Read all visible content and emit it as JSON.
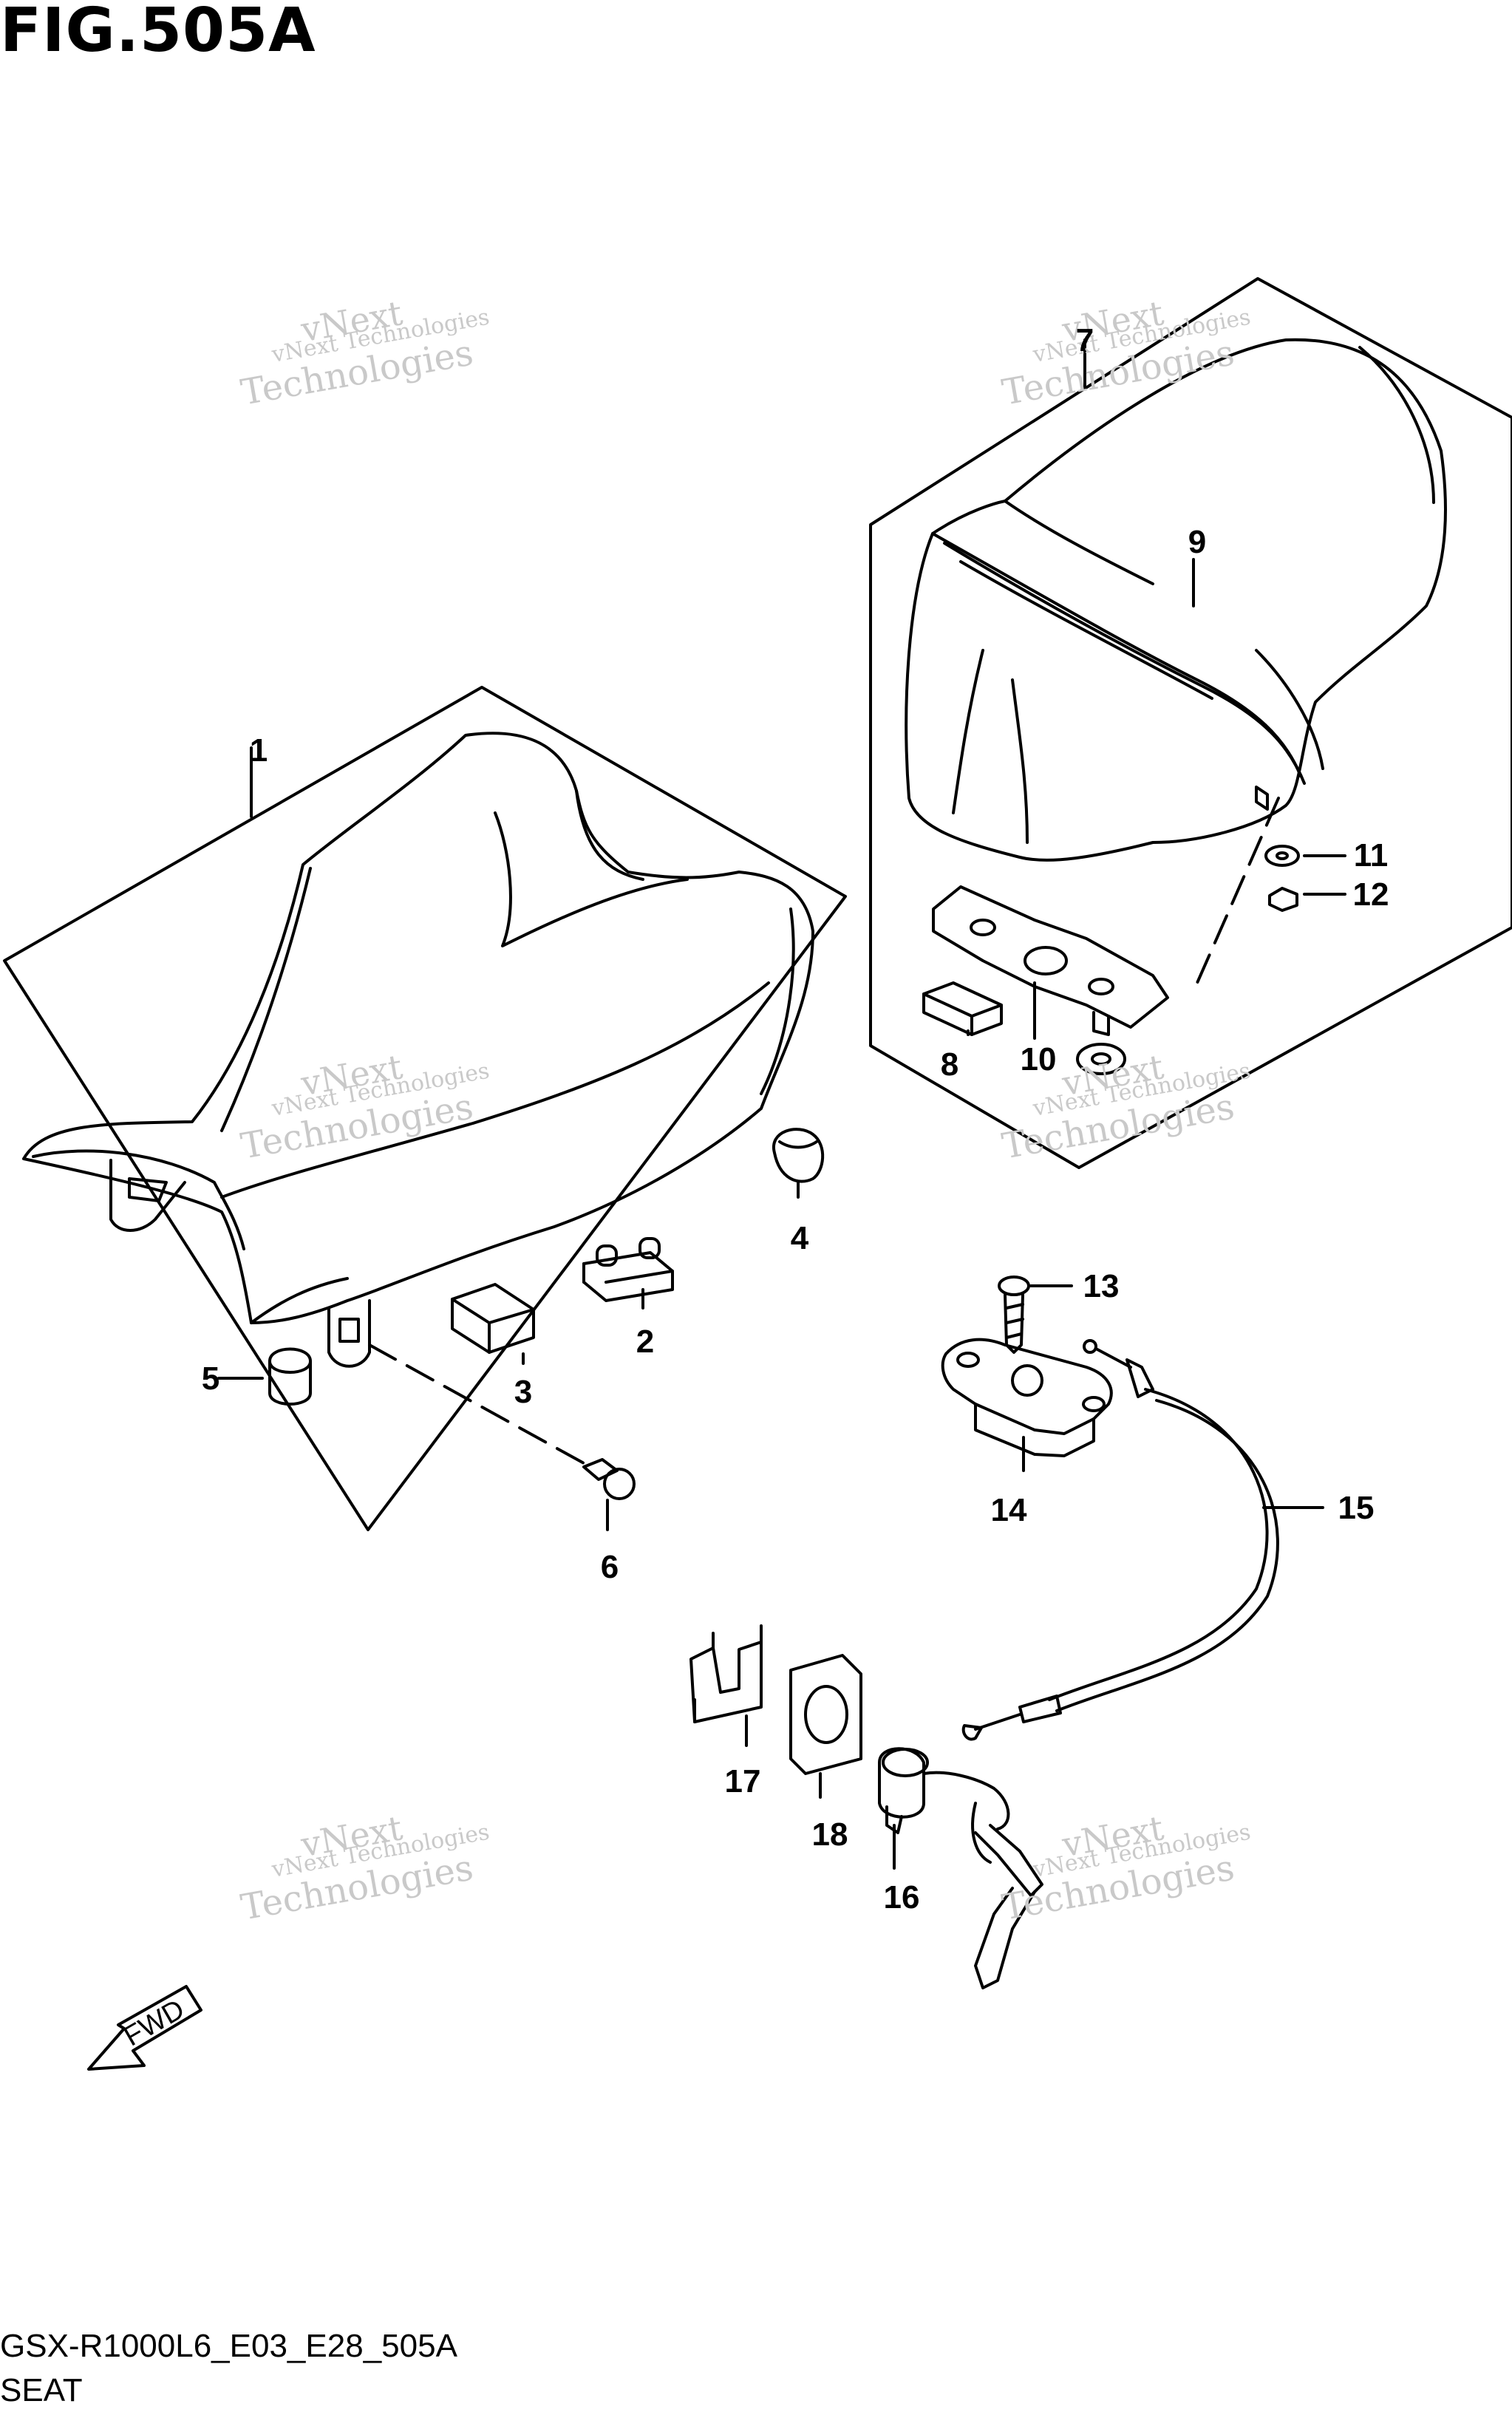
{
  "figure": {
    "title": "FIG.505A",
    "code": "GSX-R1000L6_E03_E28_505A",
    "name": "SEAT"
  },
  "watermark": {
    "line1": "vNext Technologies",
    "line2": "vNext",
    "line3": "Technologies"
  },
  "fwd_label": "FWD",
  "callouts": [
    "1",
    "2",
    "3",
    "4",
    "5",
    "6",
    "7",
    "8",
    "9",
    "10",
    "11",
    "12",
    "13",
    "14",
    "15",
    "16",
    "17",
    "18"
  ],
  "colors": {
    "ink": "#000000",
    "watermark": "#c9c9c9",
    "background": "#ffffff"
  }
}
